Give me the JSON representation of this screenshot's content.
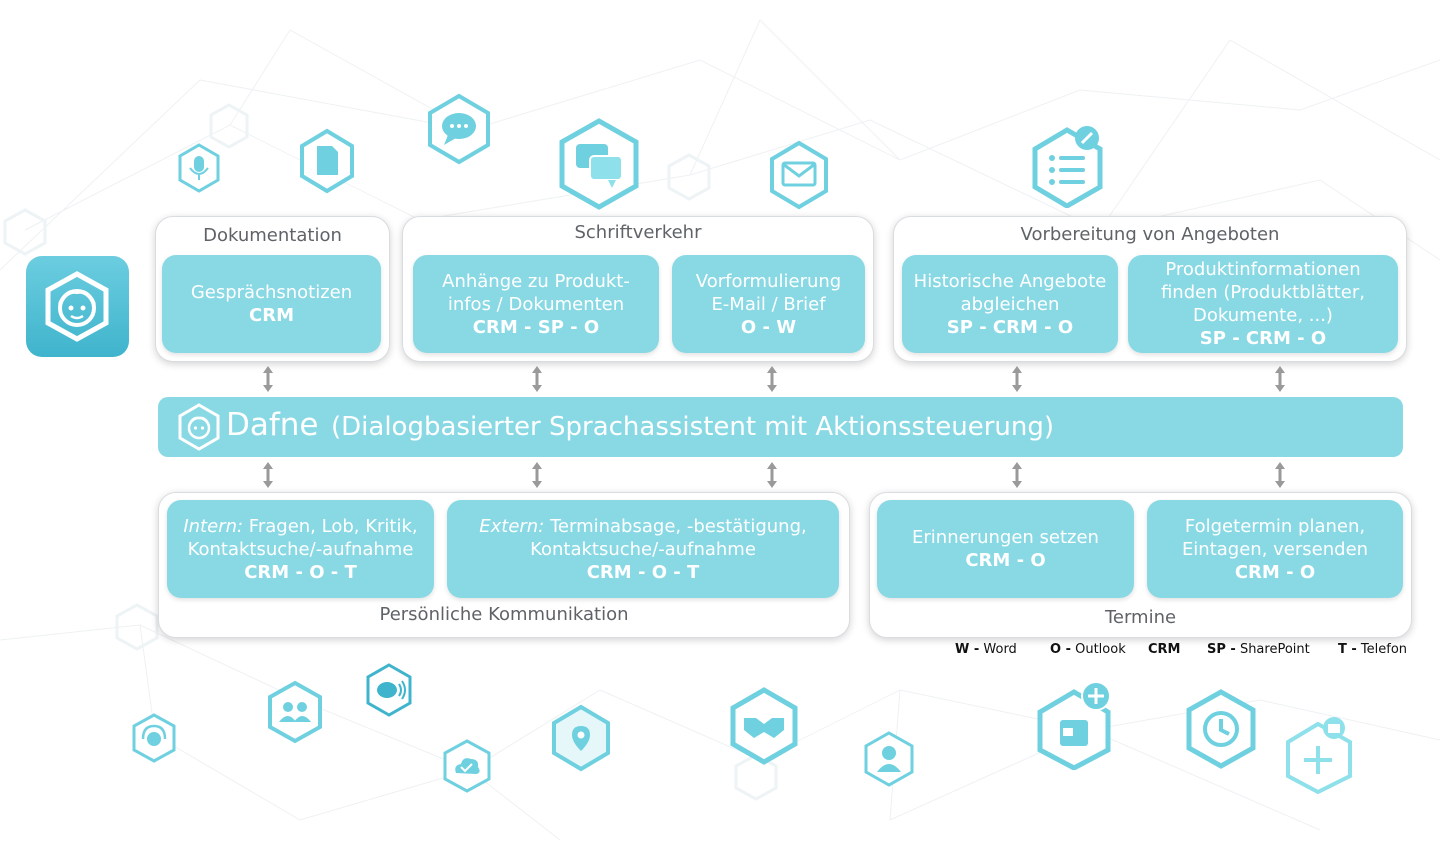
{
  "colors": {
    "accent": "#89d9e5",
    "accent_dark": "#3fb4cc",
    "icon_border": "#6fd0e0",
    "text_on_accent": "#ffffff",
    "group_title": "#5f6368"
  },
  "dafne": {
    "name": "Dafne",
    "description": "(Dialogbasierter Sprachassistent mit Aktionssteuerung)"
  },
  "groups": {
    "dokumentation": {
      "title": "Dokumentation",
      "cards": [
        {
          "lines": [
            "Gesprächsnotizen"
          ],
          "systems": "CRM"
        }
      ]
    },
    "schriftverkehr": {
      "title": "Schriftverkehr",
      "cards": [
        {
          "lines": [
            "Anhänge zu Produkt-",
            "infos / Dokumenten"
          ],
          "systems": "CRM - SP - O"
        },
        {
          "lines": [
            "Vorformulierung",
            "E-Mail / Brief"
          ],
          "systems": "O - W"
        }
      ]
    },
    "angebote": {
      "title": "Vorbereitung von Angeboten",
      "cards": [
        {
          "lines": [
            "Historische Angebote",
            "abgleichen"
          ],
          "systems": "SP - CRM - O"
        },
        {
          "lines": [
            "Produktinformationen",
            "finden (Produktblätter,",
            "Dokumente, ...)"
          ],
          "systems": "SP - CRM - O"
        }
      ]
    },
    "kommunikation": {
      "title": "Persönliche Kommunikation",
      "cards": [
        {
          "prefix": "Intern:",
          "lines": [
            " Fragen, Lob, Kritik,",
            "Kontaktsuche/-aufnahme"
          ],
          "systems": "CRM - O - T"
        },
        {
          "prefix": "Extern:",
          "lines": [
            " Terminabsage, -bestätigung,",
            "Kontaktsuche/-aufnahme"
          ],
          "systems": "CRM - O - T"
        }
      ]
    },
    "termine": {
      "title": "Termine",
      "cards": [
        {
          "lines": [
            "Erinnerungen setzen"
          ],
          "systems": "CRM - O"
        },
        {
          "lines": [
            "Folgetermin planen,",
            "Eintagen, versenden"
          ],
          "systems": "CRM - O"
        }
      ]
    }
  },
  "legend": [
    {
      "abbr": "W -",
      "label": " Word"
    },
    {
      "abbr": "O -",
      "label": " Outlook"
    },
    {
      "abbr": "CRM",
      "label": ""
    },
    {
      "abbr": "SP -",
      "label": " SharePoint"
    },
    {
      "abbr": "T -",
      "label": " Telefon"
    }
  ],
  "icons": [
    "microphone-icon",
    "document-icon",
    "chat-bubble-icon",
    "messages-icon",
    "envelope-icon",
    "checklist-edit-icon",
    "headset-icon",
    "group-icon",
    "voice-chat-icon",
    "cloud-check-icon",
    "map-pin-icon",
    "handshake-icon",
    "person-icon",
    "calendar-add-icon",
    "clock-icon",
    "add-calendar-icon",
    "dafne-face-icon"
  ]
}
